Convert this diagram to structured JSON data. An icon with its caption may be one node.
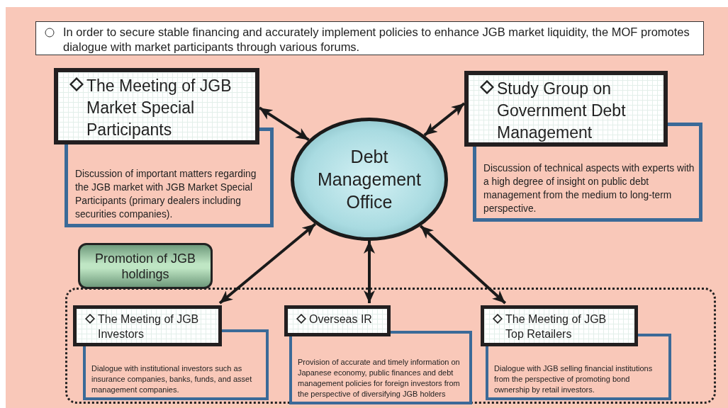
{
  "diagram": {
    "nodes": [
      {
        "text": [
          "In order to secure stable financing and accurately implement policies to enhance JGB market liquidity, the MOF promotes dialogue with market participants through various forums."
        ]
      },
      {
        "text": [
          "Debt Management Office"
        ]
      },
      {
        "text": [
          "The Meeting of JGB Market Special Participants"
        ]
      },
      {
        "text": [
          "Discussion of important matters regarding the JGB market with JGB Market Special Participants (primary dealers including securities companies)."
        ]
      },
      {
        "text": [
          "Study Group on Government Debt Management"
        ]
      },
      {
        "text": [
          "Discussion of technical aspects with experts with a high degree of insight on public debt management from the medium to long-term perspective."
        ]
      },
      {
        "text": [
          "Promotion of JGB holdings"
        ]
      },
      {
        "text": [],
        "shape": "box"
      },
      {
        "text": [
          "The Meeting of JGB Investors"
        ],
        "in": 7
      },
      {
        "text": [
          "Dialogue with institutional investors such as insurance companies, banks, funds, and asset management companies."
        ],
        "in": 7
      },
      {
        "text": [
          "Overseas IR"
        ],
        "in": 7
      },
      {
        "text": [
          "Provision of accurate and timely information on Japanese economy, public finances and debt management policies for foreign investors from the perspective of diversifying JGB holders"
        ],
        "in": 7
      },
      {
        "text": [
          "The Meeting of JGB Top Retailers"
        ],
        "in": 7
      },
      {
        "text": [
          "Dialogue with JGB selling financial institutions from the perspective of promoting bond ownership by retail investors."
        ],
        "in": 7
      }
    ],
    "edges": [
      {
        "from": 2,
        "to": 1,
        "arrow": "both"
      },
      {
        "from": 4,
        "to": 1,
        "arrow": "both"
      },
      {
        "from": 8,
        "to": 1,
        "arrow": "both"
      },
      {
        "from": 10,
        "to": 1,
        "arrow": "both"
      },
      {
        "from": 12,
        "to": 1,
        "arrow": "both"
      }
    ]
  }
}
